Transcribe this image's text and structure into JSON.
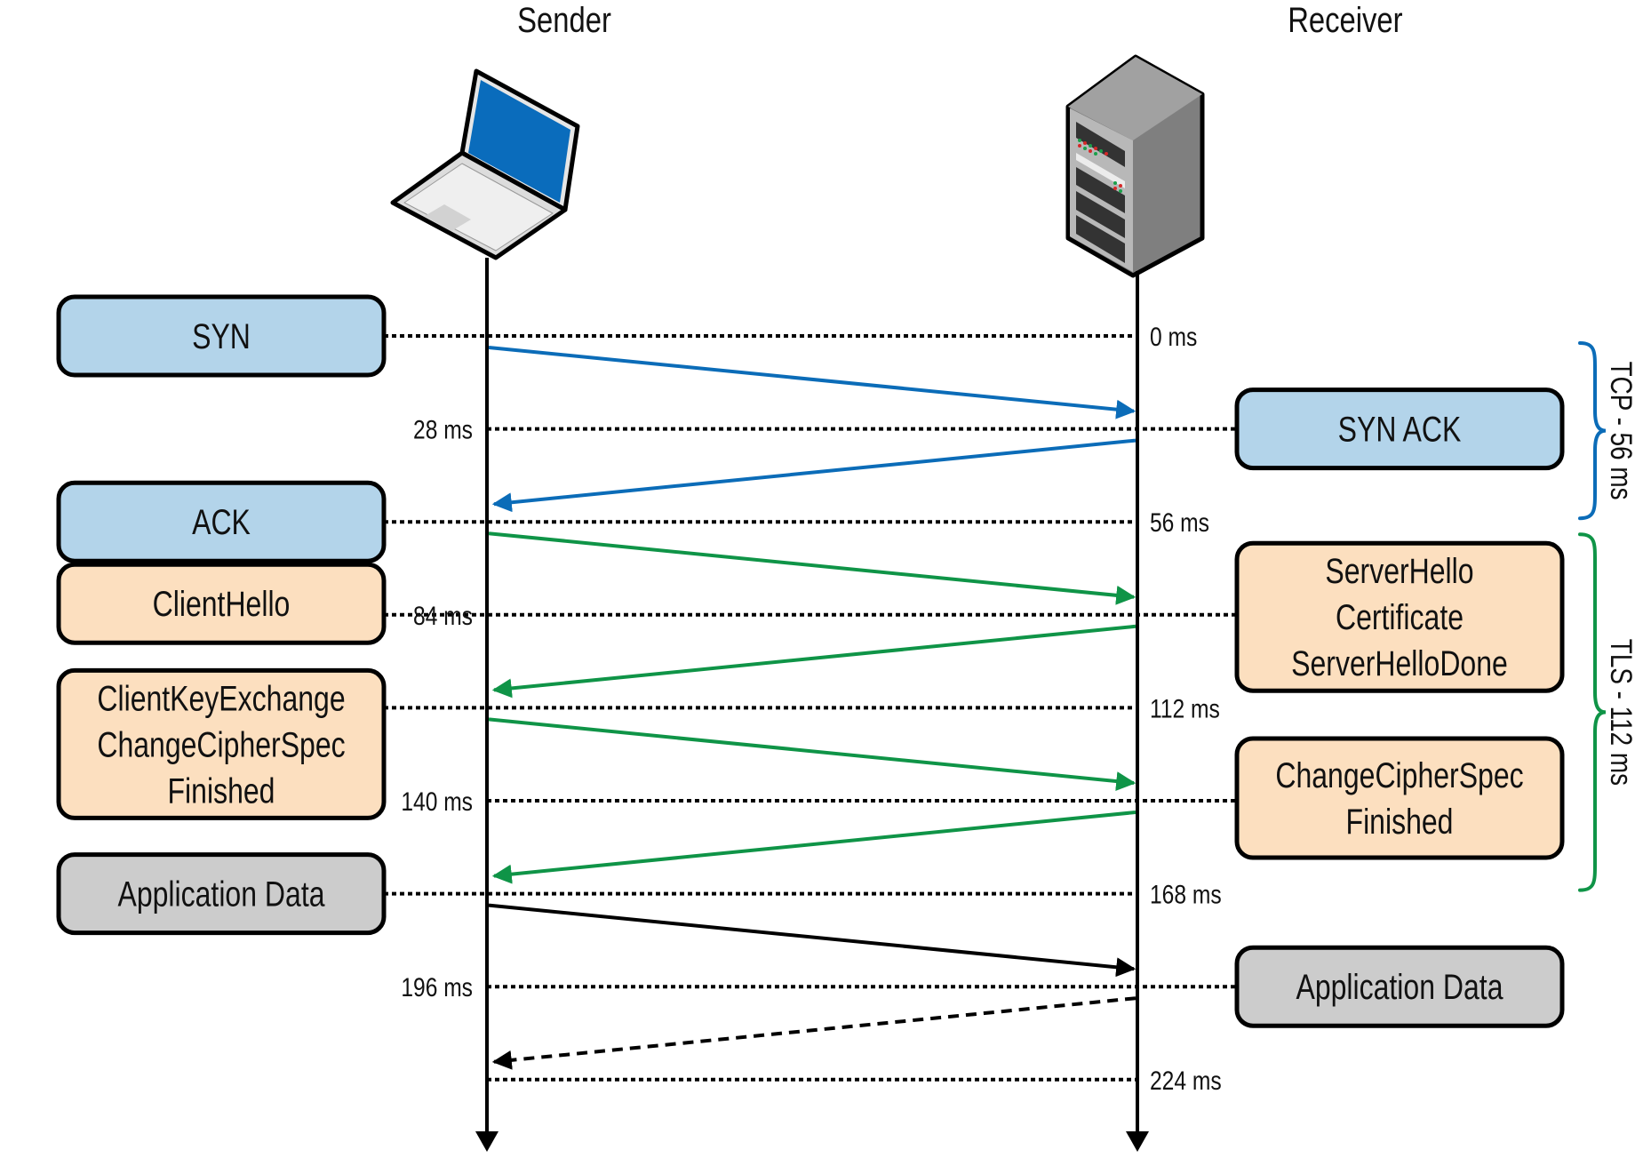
{
  "title": "TCP + TLS handshake sequence",
  "actors": {
    "sender": {
      "label": "Sender",
      "icon": "laptop-icon"
    },
    "receiver": {
      "label": "Receiver",
      "icon": "server-icon"
    }
  },
  "colors": {
    "tcp": "#0b6cb8",
    "tls": "#0f9447",
    "app": "#000000",
    "tcp_box_fill": "#b3d4ea",
    "tls_box_fill": "#fcdfbf",
    "app_box_fill": "#cccccc"
  },
  "timeline": {
    "unit": "ms",
    "marks": [
      {
        "t": 0,
        "label": "0 ms",
        "side": "right"
      },
      {
        "t": 28,
        "label": "28 ms",
        "side": "left"
      },
      {
        "t": 56,
        "label": "56 ms",
        "side": "right"
      },
      {
        "t": 84,
        "label": "84 ms",
        "side": "left"
      },
      {
        "t": 112,
        "label": "112 ms",
        "side": "right"
      },
      {
        "t": 140,
        "label": "140 ms",
        "side": "left"
      },
      {
        "t": 168,
        "label": "168 ms",
        "side": "right"
      },
      {
        "t": 196,
        "label": "196 ms",
        "side": "left"
      },
      {
        "t": 224,
        "label": "224 ms",
        "side": "right"
      }
    ]
  },
  "messages": [
    {
      "name": "syn",
      "side": "sender",
      "t": 0,
      "kind": "tcp",
      "lines": [
        "SYN"
      ]
    },
    {
      "name": "syn-ack",
      "side": "receiver",
      "t": 28,
      "kind": "tcp",
      "lines": [
        "SYN ACK"
      ]
    },
    {
      "name": "ack",
      "side": "sender",
      "t": 56,
      "kind": "tcp",
      "lines": [
        "ACK"
      ]
    },
    {
      "name": "client-hello",
      "side": "sender",
      "t": 84,
      "kind": "tls",
      "lines": [
        "ClientHello"
      ]
    },
    {
      "name": "server-hello",
      "side": "receiver",
      "t": 84,
      "kind": "tls",
      "lines": [
        "ServerHello",
        "Certificate",
        "ServerHelloDone"
      ]
    },
    {
      "name": "client-key-exchange",
      "side": "sender",
      "t": 112,
      "kind": "tls",
      "lines": [
        "ClientKeyExchange",
        "ChangeCipherSpec",
        "Finished"
      ]
    },
    {
      "name": "server-change-cipher",
      "side": "receiver",
      "t": 140,
      "kind": "tls",
      "lines": [
        "ChangeCipherSpec",
        "Finished"
      ]
    },
    {
      "name": "client-app-data",
      "side": "sender",
      "t": 168,
      "kind": "app",
      "lines": [
        "Application Data"
      ]
    },
    {
      "name": "server-app-data",
      "side": "receiver",
      "t": 196,
      "kind": "app",
      "lines": [
        "Application Data"
      ]
    }
  ],
  "arrows": [
    {
      "from": "sender",
      "t_start": 0,
      "t_end": 28,
      "kind": "tcp",
      "dashed": false
    },
    {
      "from": "receiver",
      "t_start": 28,
      "t_end": 56,
      "kind": "tcp",
      "dashed": false
    },
    {
      "from": "sender",
      "t_start": 56,
      "t_end": 84,
      "kind": "tls",
      "dashed": false
    },
    {
      "from": "receiver",
      "t_start": 84,
      "t_end": 112,
      "kind": "tls",
      "dashed": false
    },
    {
      "from": "sender",
      "t_start": 112,
      "t_end": 140,
      "kind": "tls",
      "dashed": false
    },
    {
      "from": "receiver",
      "t_start": 140,
      "t_end": 168,
      "kind": "tls",
      "dashed": false
    },
    {
      "from": "sender",
      "t_start": 168,
      "t_end": 196,
      "kind": "app",
      "dashed": false
    },
    {
      "from": "receiver",
      "t_start": 196,
      "t_end": 224,
      "kind": "app",
      "dashed": true
    }
  ],
  "braces": [
    {
      "name": "tcp",
      "label": "TCP - 56 ms",
      "t_start": 0,
      "t_end": 56,
      "kind": "tcp"
    },
    {
      "name": "tls",
      "label": "TLS - 112 ms",
      "t_start": 56,
      "t_end": 168,
      "kind": "tls"
    }
  ]
}
